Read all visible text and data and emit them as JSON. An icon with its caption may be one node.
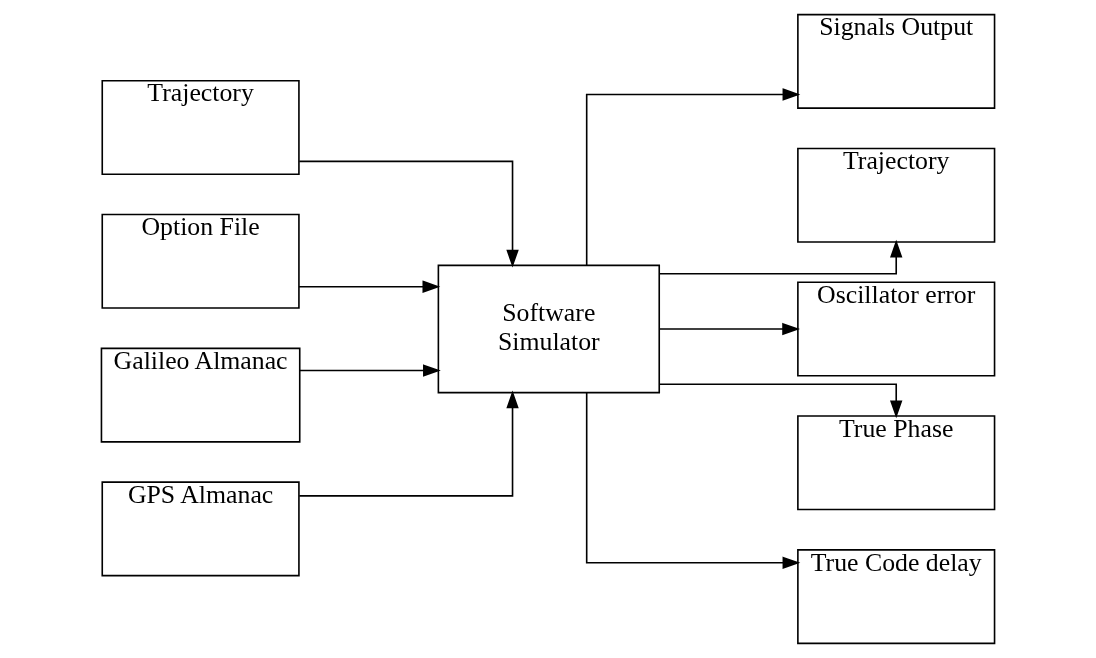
{
  "diagram": {
    "nodes": [
      {
        "text": [
          "Trajectory"
        ]
      },
      {
        "text": [
          "Option File"
        ]
      },
      {
        "text": [
          "Galileo Almanac"
        ]
      },
      {
        "text": [
          "GPS Almanac"
        ]
      },
      {
        "text": [
          "Software Simulator"
        ]
      },
      {
        "text": [
          "Signals Output"
        ]
      },
      {
        "text": [
          "Trajectory"
        ]
      },
      {
        "text": [
          "Oscillator error"
        ]
      },
      {
        "text": [
          "True Phase"
        ]
      },
      {
        "text": [
          "True Code delay"
        ]
      }
    ],
    "edges": [
      {
        "from": 0,
        "to": 4,
        "arrow": "to"
      },
      {
        "from": 1,
        "to": 4,
        "arrow": "to"
      },
      {
        "from": 2,
        "to": 4,
        "arrow": "to"
      },
      {
        "from": 3,
        "to": 4,
        "arrow": "to"
      },
      {
        "from": 4,
        "to": 5,
        "arrow": "to"
      },
      {
        "from": 4,
        "to": 6,
        "arrow": "to"
      },
      {
        "from": 4,
        "to": 7,
        "arrow": "to"
      },
      {
        "from": 4,
        "to": 8,
        "arrow": "to"
      },
      {
        "from": 4,
        "to": 9,
        "arrow": "to"
      }
    ]
  }
}
